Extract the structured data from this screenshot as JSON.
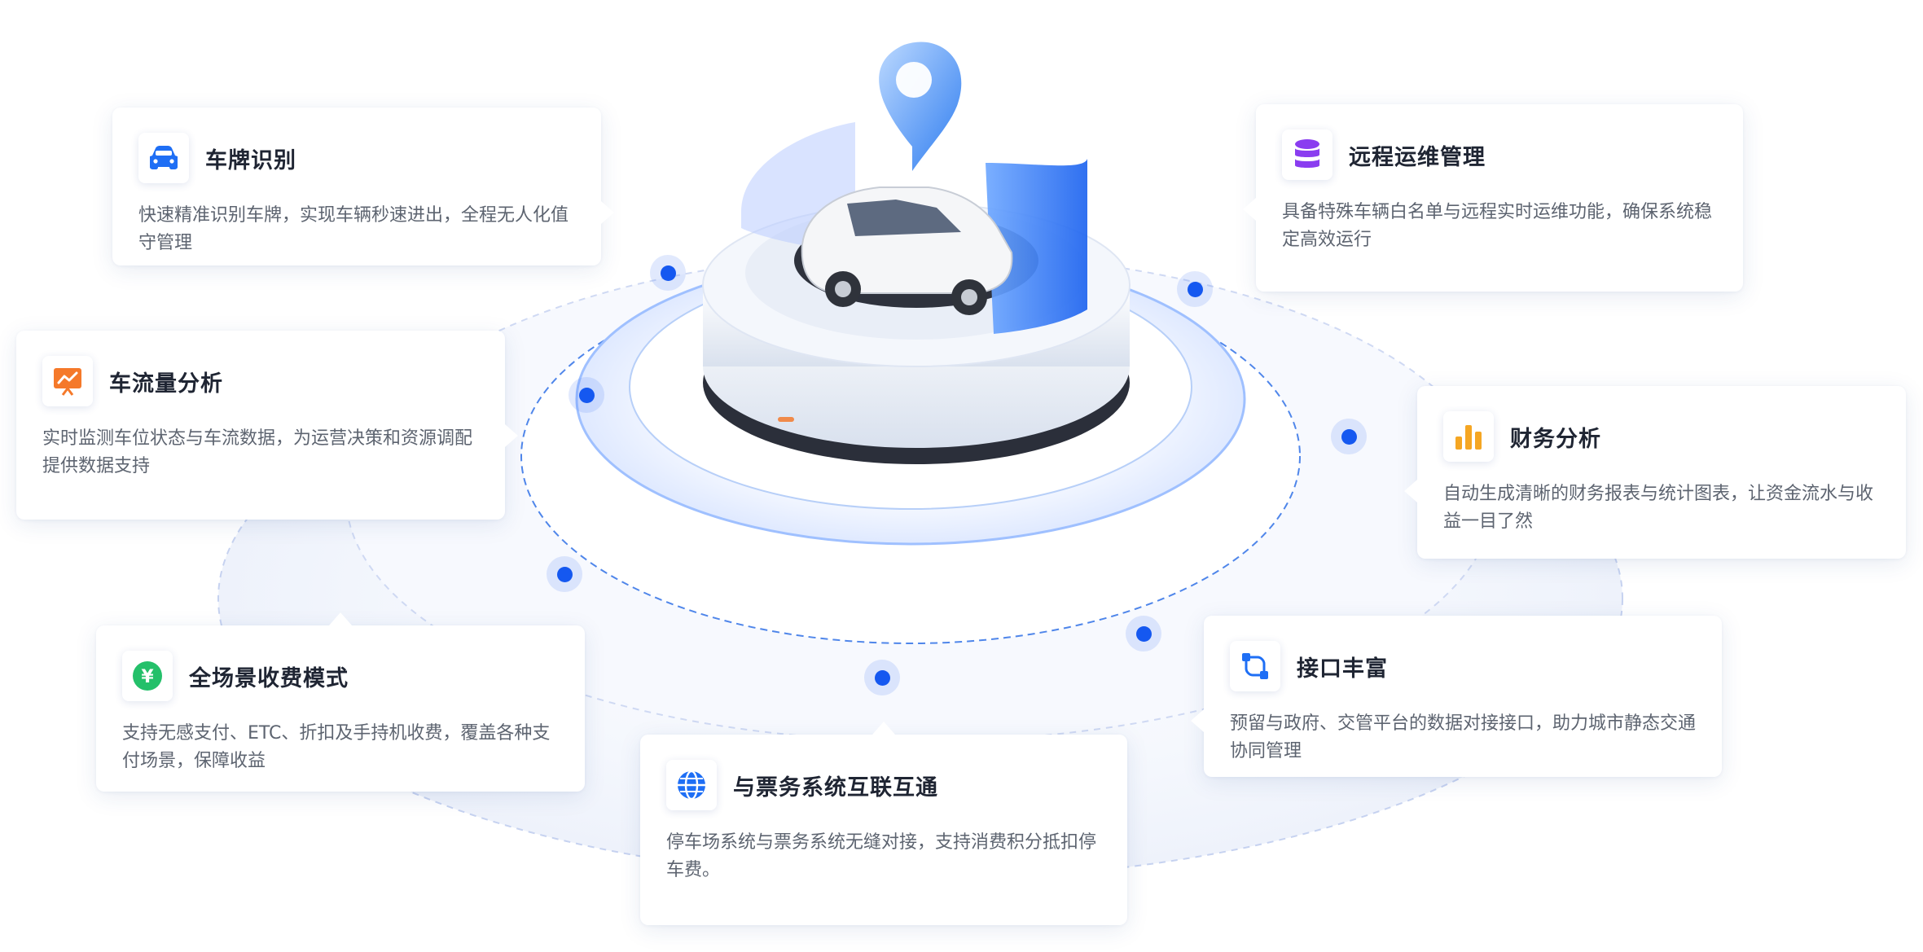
{
  "features": [
    {
      "id": "plate",
      "title": "车牌识别",
      "desc": "快速精准识别车牌，实现车辆秒速进出，全程无人化值守管理",
      "icon": "car-front-icon",
      "color": "#1f6ff5"
    },
    {
      "id": "flow",
      "title": "车流量分析",
      "desc": "实时监测车位状态与车流数据，为运营决策和资源调配提供数据支持",
      "icon": "chart-board-icon",
      "color": "#f5792a"
    },
    {
      "id": "fee",
      "title": "全场景收费模式",
      "desc": "支持无感支付、ETC、折扣及手持机收费，覆盖各种支付场景，保障收益",
      "icon": "yuan-coin-icon",
      "color": "#24c06a"
    },
    {
      "id": "ticket",
      "title": "与票务系统互联互通",
      "desc": "停车场系统与票务系统无缝对接，支持消费积分抵扣停车费。",
      "icon": "globe-icon",
      "color": "#1f6ff5"
    },
    {
      "id": "remote",
      "title": "远程运维管理",
      "desc": "具备特殊车辆白名单与远程实时运维功能，确保系统稳定高效运行",
      "icon": "database-icon",
      "color": "#8a3df0"
    },
    {
      "id": "finance",
      "title": "财务分析",
      "desc": "自动生成清晰的财务报表与统计图表，让资金流水与收益一目了然",
      "icon": "bar-chart-icon",
      "color": "#f5a623"
    },
    {
      "id": "api",
      "title": "接口丰富",
      "desc": "预留与政府、交管平台的数据对接接口，助力城市静态交通协同管理",
      "icon": "connector-icon",
      "color": "#1f6ff5"
    }
  ]
}
